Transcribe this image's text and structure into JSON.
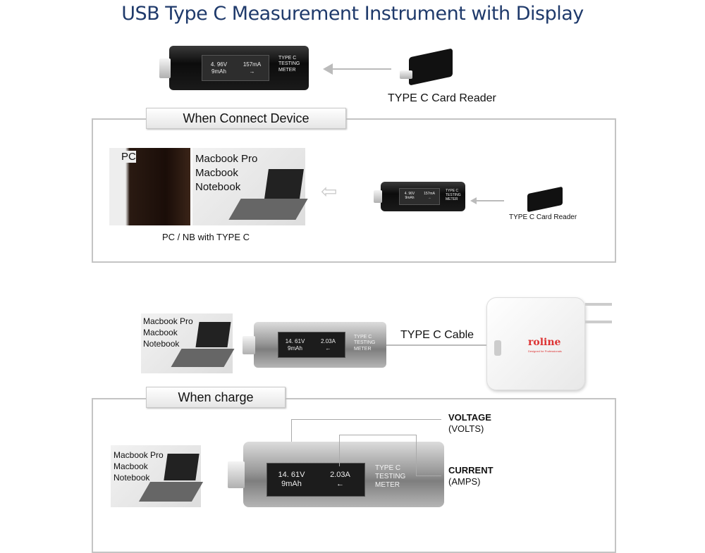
{
  "title": "USB Type C Measurement Instrument with Display",
  "top": {
    "card_reader_label": "TYPE C Card Reader"
  },
  "meter_idle": {
    "voltage": "4. 96V",
    "current": "157mA",
    "capacity": "9mAh",
    "direction": "→",
    "label": [
      "TYPE  C",
      "TESTING",
      "METER"
    ]
  },
  "connect_section": {
    "tab": "When Connect Device",
    "pc_label": "PC",
    "laptop_labels": [
      "Macbook Pro",
      "Macbook",
      "Notebook"
    ],
    "caption": "PC / NB with TYPE C",
    "card_reader_label": "TYPE C Card Reader"
  },
  "charge_top": {
    "laptop_labels": [
      "Macbook Pro",
      "Macbook",
      "Notebook"
    ],
    "cable_label": "TYPE C Cable",
    "charger_brand": "roline",
    "charger_tagline": "Designed for Professionals"
  },
  "meter_charge": {
    "voltage": "14. 61V",
    "current": "2.03A",
    "capacity": "9mAh",
    "direction": "←",
    "label": [
      "TYPE  C",
      "TESTING",
      "METER"
    ]
  },
  "charge_section": {
    "tab": "When charge",
    "laptop_labels": [
      "Macbook Pro",
      "Macbook",
      "Notebook"
    ],
    "voltage_title": "VOLTAGE",
    "voltage_unit": "(VOLTS)",
    "current_title": "CURRENT",
    "current_unit": "(AMPS)"
  }
}
